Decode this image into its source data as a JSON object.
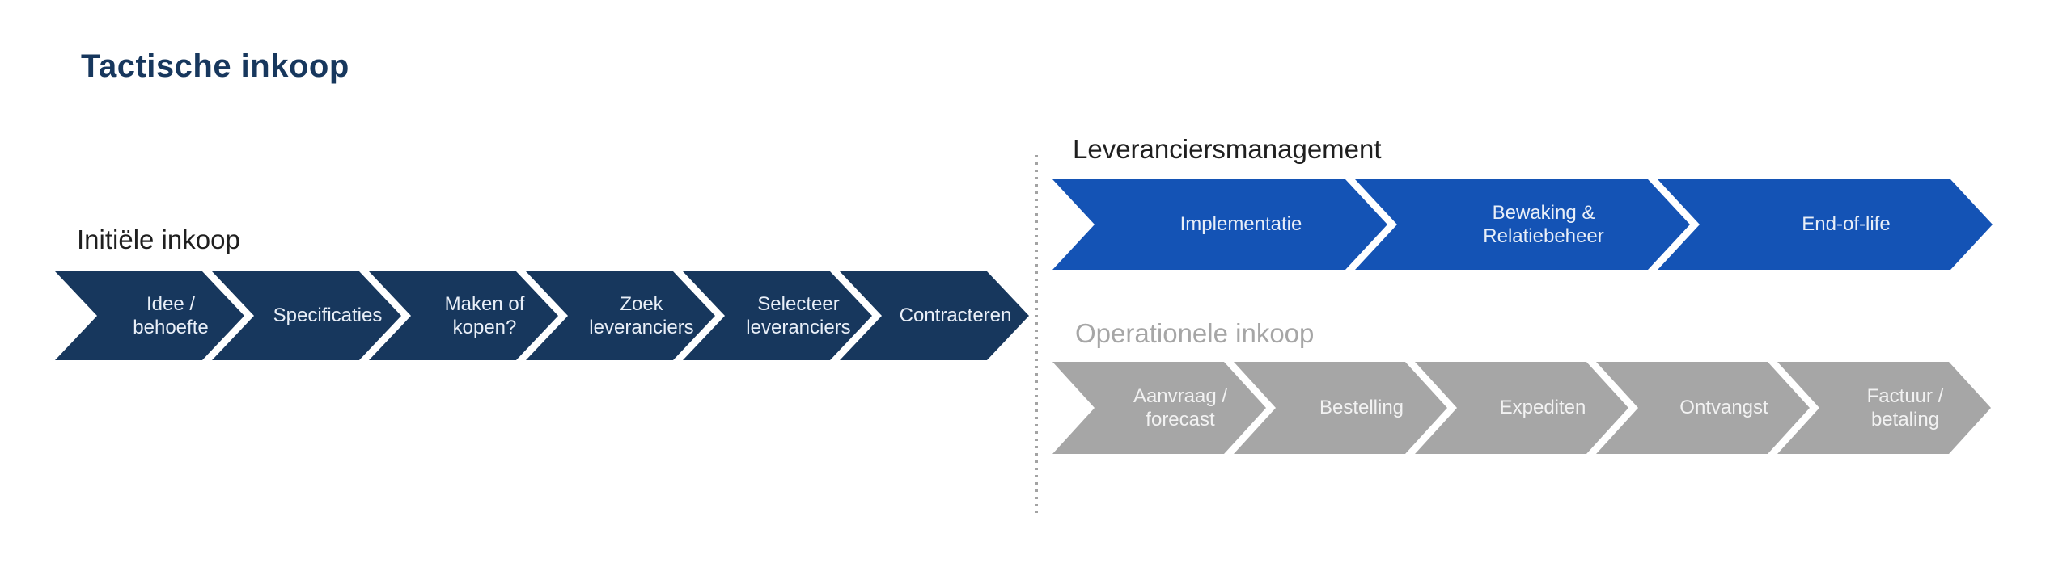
{
  "page": {
    "title": "Tactische inkoop"
  },
  "colors": {
    "navy": "#17375d",
    "blue": "#1453b5",
    "gray": "#a6a6a6",
    "heading_text": "#1f1f1f",
    "chevron_text": "#e9eff8",
    "gray_chevron_text": "#f2f2f2",
    "dot": "#a3a3a3"
  },
  "sections": [
    {
      "id": "initiele-inkoop",
      "heading": "Initiële inkoop",
      "color_key": "navy",
      "steps": [
        "Idee /\nbehoefte",
        "Specificaties",
        "Maken of\nkopen?",
        "Zoek\nleveranciers",
        "Selecteer\nleveranciers",
        "Contracteren"
      ]
    },
    {
      "id": "leveranciersmanagement",
      "heading": "Leveranciersmanagement",
      "color_key": "blue",
      "steps": [
        "Implementatie",
        "Bewaking &\nRelatiebeheer",
        "End-of-life"
      ]
    },
    {
      "id": "operationele-inkoop",
      "heading": "Operationele inkoop",
      "color_key": "gray",
      "steps": [
        "Aanvraag /\nforecast",
        "Bestelling",
        "Expediten",
        "Ontvangst",
        "Factuur /\nbetaling"
      ]
    }
  ]
}
